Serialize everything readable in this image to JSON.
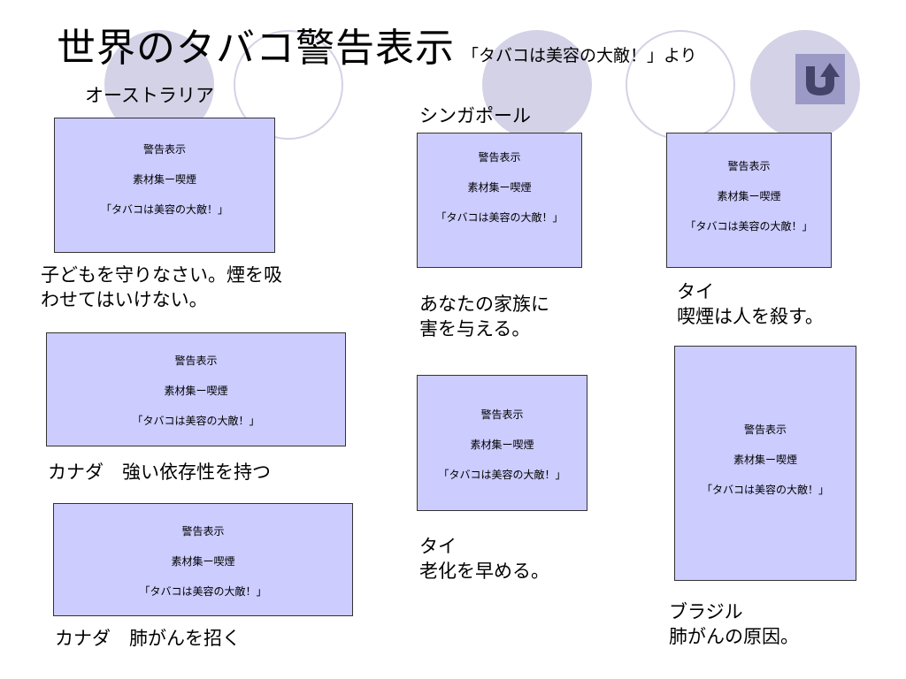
{
  "title": {
    "main": "世界のタバコ警告表示",
    "sub": "「タバコは美容の大敵！」より"
  },
  "card": {
    "line1": "警告表示",
    "line2": "素材集ー喫煙",
    "line3": "「タバコは美容の大敵！」"
  },
  "labels": {
    "australia_header": "オーストラリア",
    "australia_l1": "子どもを守りなさい。煙を吸",
    "australia_l2": "わせてはいけない。",
    "canada1": "カナダ　強い依存性を持つ",
    "canada2": "カナダ　肺がんを招く",
    "singapore_header": "シンガポール",
    "singapore_l1": "あなたの家族に",
    "singapore_l2": "害を与える。",
    "thai2_l1": "タイ",
    "thai2_l2": "老化を早める。",
    "thai1_l1": "タイ",
    "thai1_l2": "喫煙は人を殺す。",
    "brazil_l1": "ブラジル",
    "brazil_l2": "肺がんの原因。"
  },
  "back_button": {
    "icon": "return-arrow-icon"
  },
  "colors": {
    "card_fill": "#ccccff",
    "circle": "#d4d2e6",
    "back_button": "#9b99c6"
  }
}
